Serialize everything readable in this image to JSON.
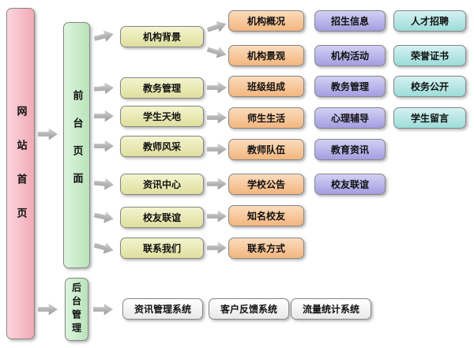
{
  "diagram": {
    "root": {
      "label": "网站首页"
    },
    "frontend": {
      "label": "前台页面"
    },
    "backend": {
      "label": "后台管理"
    },
    "sections": [
      {
        "label": "机构背景"
      },
      {
        "label": "教务管理"
      },
      {
        "label": "学生天地"
      },
      {
        "label": "教师风采"
      },
      {
        "label": "资讯中心"
      },
      {
        "label": "校友联谊"
      },
      {
        "label": "联系我们"
      }
    ],
    "pages": [
      {
        "label": "机构概况"
      },
      {
        "label": "机构景观"
      },
      {
        "label": "班级组成"
      },
      {
        "label": "师生生活"
      },
      {
        "label": "教师队伍"
      },
      {
        "label": "学校公告"
      },
      {
        "label": "知名校友"
      },
      {
        "label": "联系方式"
      }
    ],
    "categories": [
      {
        "label": "招生信息"
      },
      {
        "label": "机构活动"
      },
      {
        "label": "教务管理"
      },
      {
        "label": "心理辅导"
      },
      {
        "label": "教育资讯"
      },
      {
        "label": "校友联谊"
      }
    ],
    "extras": [
      {
        "label": "人才招聘"
      },
      {
        "label": "荣誉证书"
      },
      {
        "label": "校务公开"
      },
      {
        "label": "学生留言"
      }
    ],
    "backend_systems": [
      {
        "label": "资讯管理系统"
      },
      {
        "label": "客户反馈系统"
      },
      {
        "label": "流量统计系统"
      }
    ],
    "colors": {
      "root": "#f2a9b6",
      "frontend_backend": "#b9e3ba",
      "sections": "#e9e9b6",
      "pages": "#f6c69a",
      "categories": "#b7b4e8",
      "extras": "#b4e6e4",
      "systems": "#ffffff",
      "arrow": "#a8a8a8"
    }
  }
}
